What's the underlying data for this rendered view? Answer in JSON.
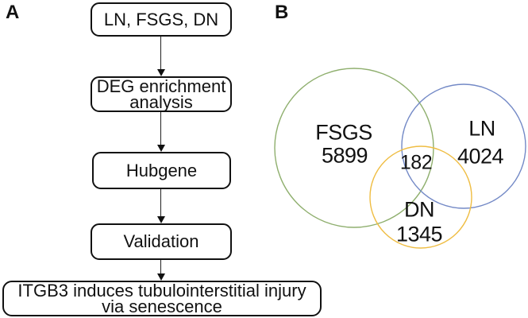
{
  "panel_a": {
    "label": "A",
    "steps": [
      {
        "lines": [
          "LN, FSGS, DN"
        ]
      },
      {
        "lines": [
          "DEG enrichment",
          "analysis"
        ]
      },
      {
        "lines": [
          "Hubgene"
        ]
      },
      {
        "lines": [
          "Validation"
        ]
      },
      {
        "lines": [
          "ITGB3 induces tubulointerstitial injury",
          "via senescence"
        ]
      }
    ]
  },
  "panel_b": {
    "label": "B",
    "venn": {
      "sets": [
        {
          "name": "FSGS",
          "count": "5899",
          "color": "#8FAF6E"
        },
        {
          "name": "LN",
          "count": "4024",
          "color": "#7389C6"
        },
        {
          "name": "DN",
          "count": "1345",
          "color": "#EFBD43"
        }
      ],
      "overlap_count": "182"
    }
  },
  "colors": {
    "box_border": "#111111",
    "arrow": "#111111",
    "text": "#111111",
    "background": "#ffffff"
  }
}
